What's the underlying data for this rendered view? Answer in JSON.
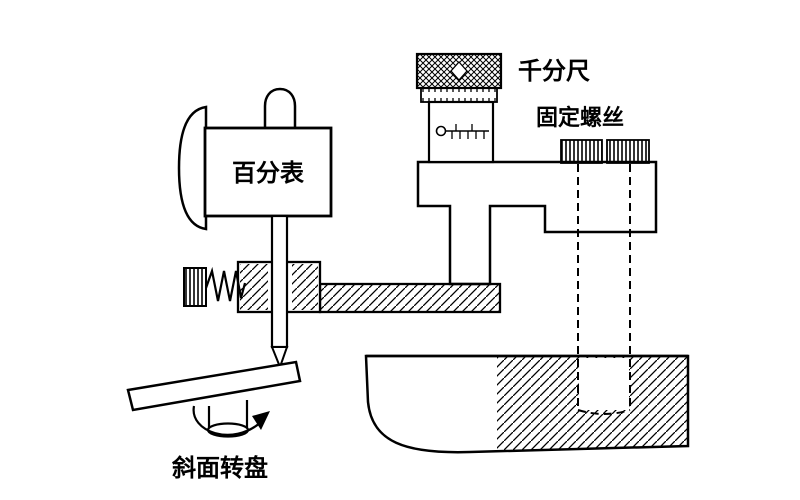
{
  "diagram": {
    "kind": "instrument-line-drawing",
    "labels": {
      "dial_indicator": "百分表",
      "micrometer": "千分尺",
      "fixing_screw": "固定螺丝",
      "inclined_turntable": "斜面转盘"
    },
    "colors": {
      "line": "#000000",
      "background": "#ffffff"
    }
  }
}
